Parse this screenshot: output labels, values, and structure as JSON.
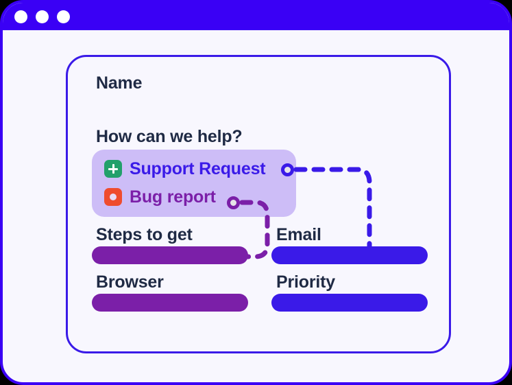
{
  "window": {
    "title_bar": {
      "dots": [
        {
          "name": "close",
          "color": "#ffffff"
        },
        {
          "name": "minimize",
          "color": "#ffffff"
        },
        {
          "name": "maximize",
          "color": "#ffffff"
        }
      ]
    },
    "frame_color": "#3a00f5",
    "background_color": "#f8f7fe"
  },
  "form": {
    "name_field": {
      "label": "Name",
      "value": "",
      "placeholder": ""
    },
    "help_question": {
      "label": "How can we help?",
      "options": [
        {
          "label": "Support Request",
          "icon": "plus-square-icon",
          "icon_color": "#22a06b",
          "text_color": "#3a1ae8",
          "selected": true
        },
        {
          "label": "Bug report",
          "icon": "bug-circle-icon",
          "icon_color": "#ef4c2e",
          "text_color": "#7b1fa8",
          "selected": true
        }
      ],
      "group_background": "#cdbdf7"
    },
    "fields": [
      {
        "label": "Steps to get",
        "bar_color": "#7b1fa8",
        "column": "left",
        "row": 1
      },
      {
        "label": "Email",
        "bar_color": "#3a1ae8",
        "column": "right",
        "row": 1
      },
      {
        "label": "Browser",
        "bar_color": "#7b1fa8",
        "column": "left",
        "row": 2
      },
      {
        "label": "Priority",
        "bar_color": "#3a1ae8",
        "column": "right",
        "row": 2
      }
    ]
  },
  "connectors": [
    {
      "name": "support-request-to-email",
      "from": "Support Request",
      "to": "Email",
      "color": "#3a1ae8",
      "style": "dashed"
    },
    {
      "name": "bug-report-to-steps-to-get",
      "from": "Bug report",
      "to": "Steps to get",
      "color": "#7b1fa8",
      "style": "dashed"
    }
  ],
  "colors": {
    "brand_blue": "#3a00f5",
    "accent_violet": "#3a1ae8",
    "accent_purple": "#7b1fa8",
    "icon_green": "#22a06b",
    "icon_red": "#ef4c2e",
    "surface": "#f8f7fe",
    "option_group": "#cdbdf7",
    "input_fill": "#ddd6f9",
    "text_dark": "#1f2a44"
  }
}
